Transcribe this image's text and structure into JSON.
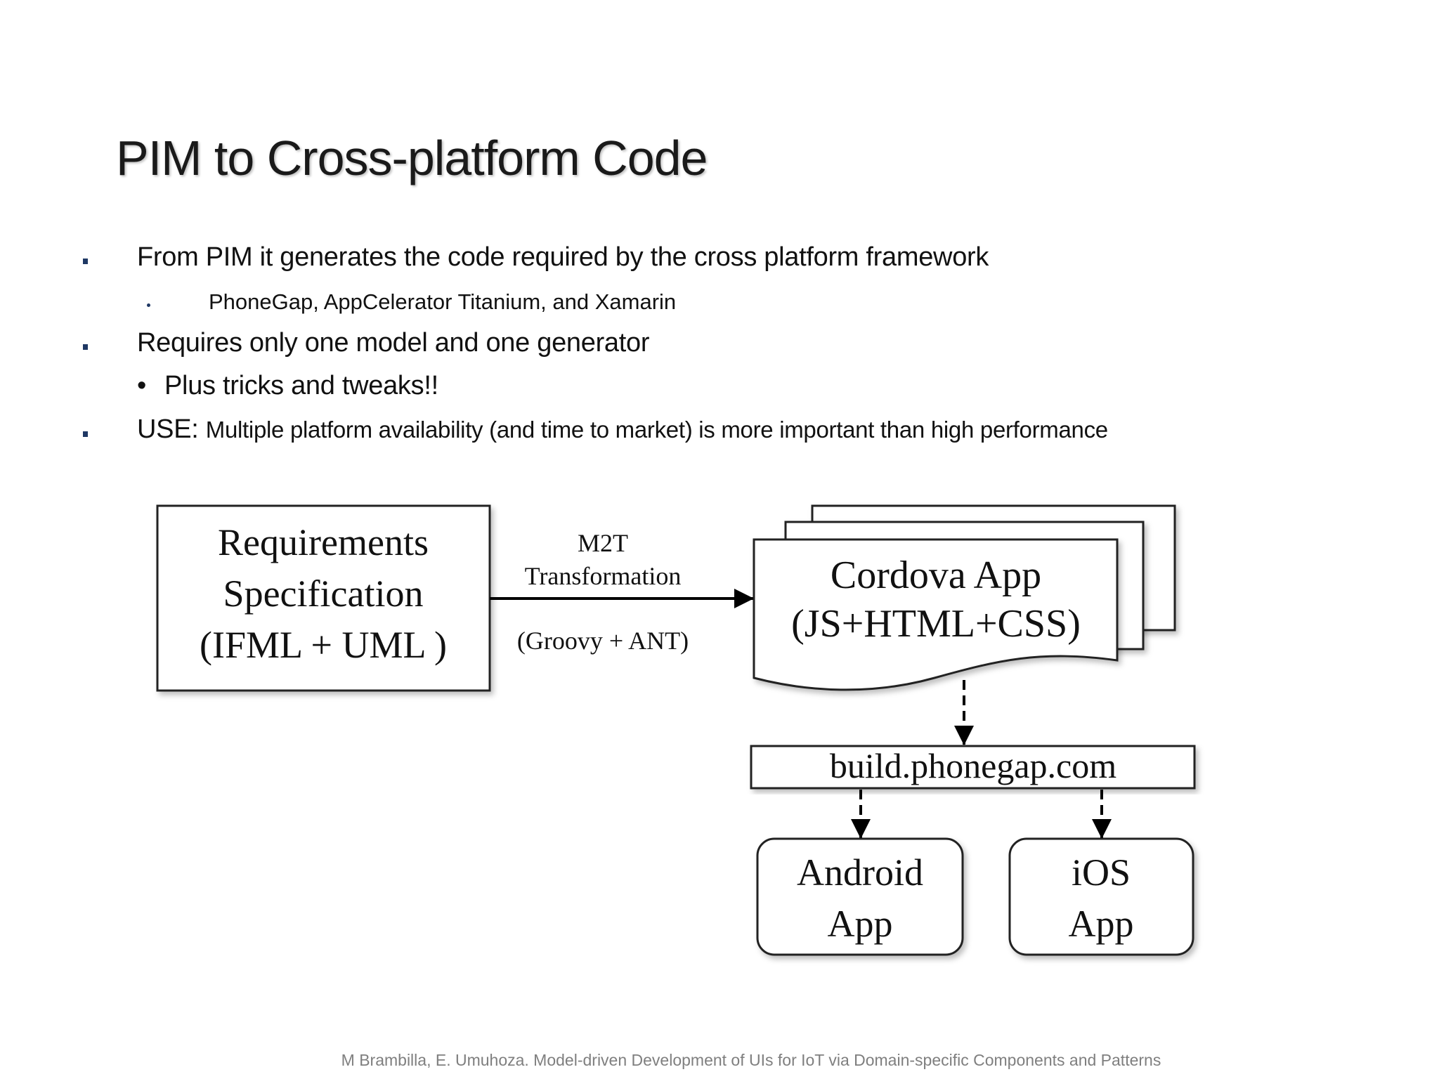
{
  "title": "PIM to Cross-platform Code",
  "bullets": {
    "b1": "From PIM it generates the code required by the cross platform framework",
    "b1_sub": "PhoneGap, AppCelerator Titanium, and Xamarin",
    "b2": "Requires only one model and one generator",
    "b2_sub": "Plus tricks and tweaks!!",
    "b3_label": "USE:",
    "b3_text": "Multiple platform availability (and time to market) is more important than high performance"
  },
  "diagram": {
    "requirements": [
      "Requirements",
      "Specification",
      "(IFML + UML )"
    ],
    "transform_top": [
      "M2T",
      "Transformation"
    ],
    "transform_bottom": "(Groovy + ANT)",
    "cordova": [
      "Cordova App",
      "(JS+HTML+CSS)"
    ],
    "build": "build.phonegap.com",
    "android": [
      "Android",
      "App"
    ],
    "ios": [
      "iOS",
      "App"
    ]
  },
  "footer": "M Brambilla, E. Umuhoza. Model-driven Development of UIs for IoT via Domain-specific Components and Patterns",
  "colors": {
    "bullet": "#1f3864",
    "footer": "#7f7f7f"
  }
}
